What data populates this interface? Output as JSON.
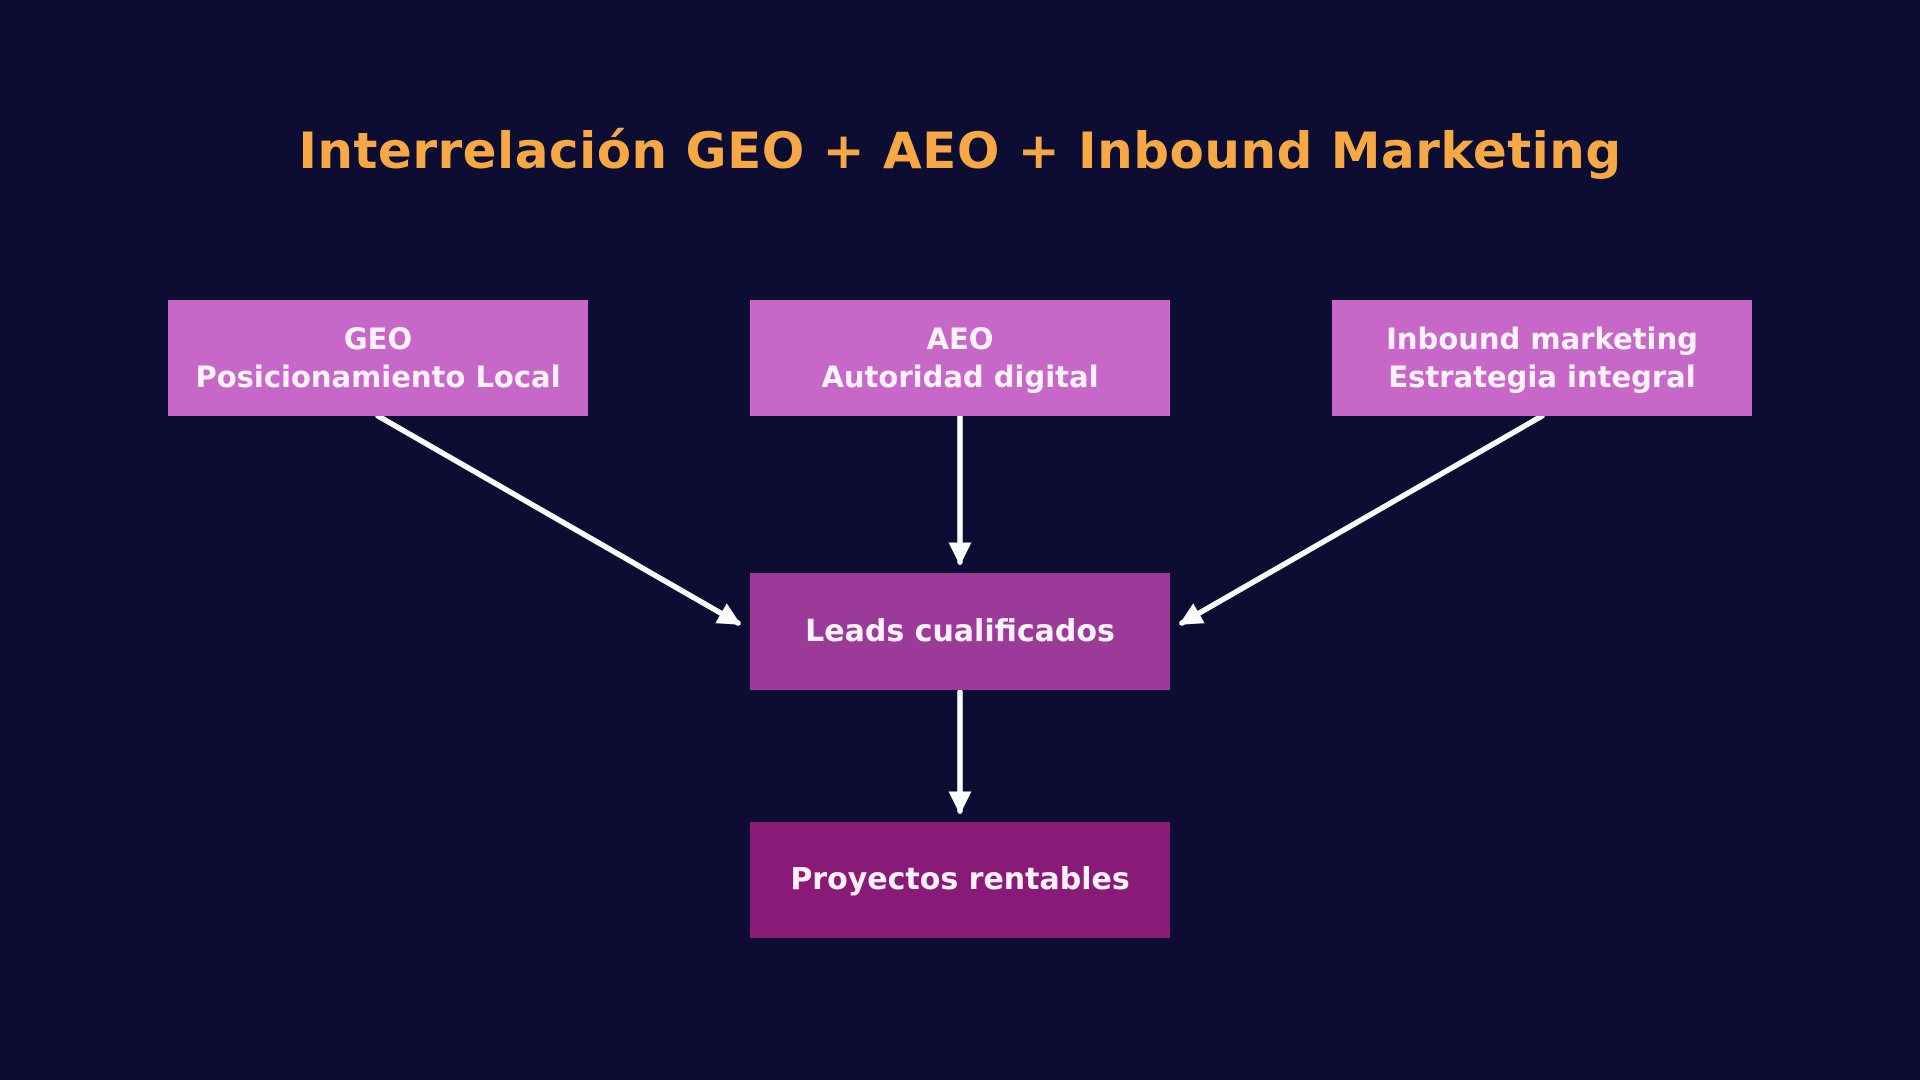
{
  "title": "Interrelación GEO + AEO + Inbound Marketing",
  "colors": {
    "background": "#0D0C33",
    "title": "#F5A843",
    "box_light": "#C768C8",
    "box_medium": "#9C3A9A",
    "box_dark": "#8A1A77",
    "arrow": "#FCFCFC",
    "box_text": "#FDF1FB"
  },
  "diagram": {
    "nodes": {
      "geo": {
        "title": "GEO",
        "subtitle": "Posicionamiento Local"
      },
      "aeo": {
        "title": "AEO",
        "subtitle": "Autoridad digital"
      },
      "inbound": {
        "title": "Inbound marketing",
        "subtitle": "Estrategia integral"
      },
      "leads": {
        "label": "Leads cualificados"
      },
      "proyectos": {
        "label": "Proyectos rentables"
      }
    },
    "connections": [
      {
        "from": "geo",
        "to": "leads"
      },
      {
        "from": "aeo",
        "to": "leads"
      },
      {
        "from": "inbound",
        "to": "leads"
      },
      {
        "from": "leads",
        "to": "proyectos"
      }
    ]
  }
}
